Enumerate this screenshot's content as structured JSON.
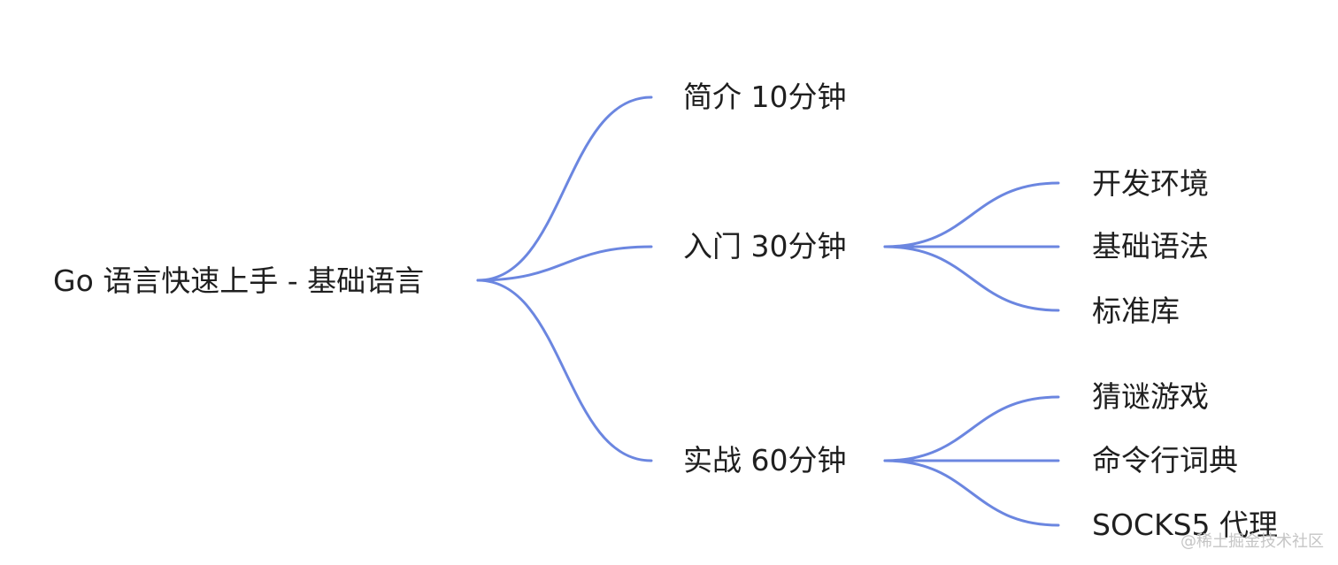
{
  "mindmap": {
    "root": "Go 语言快速上手 - 基础语言",
    "line_color": "#6b86e0",
    "branches": [
      {
        "label": "简介 10分钟",
        "children": []
      },
      {
        "label": "入门 30分钟",
        "children": [
          "开发环境",
          "基础语法",
          "标准库"
        ]
      },
      {
        "label": "实战 60分钟",
        "children": [
          "猜谜游戏",
          "命令行词典",
          "SOCKS5 代理"
        ]
      }
    ]
  },
  "watermark": "@稀土掘金技术社区"
}
